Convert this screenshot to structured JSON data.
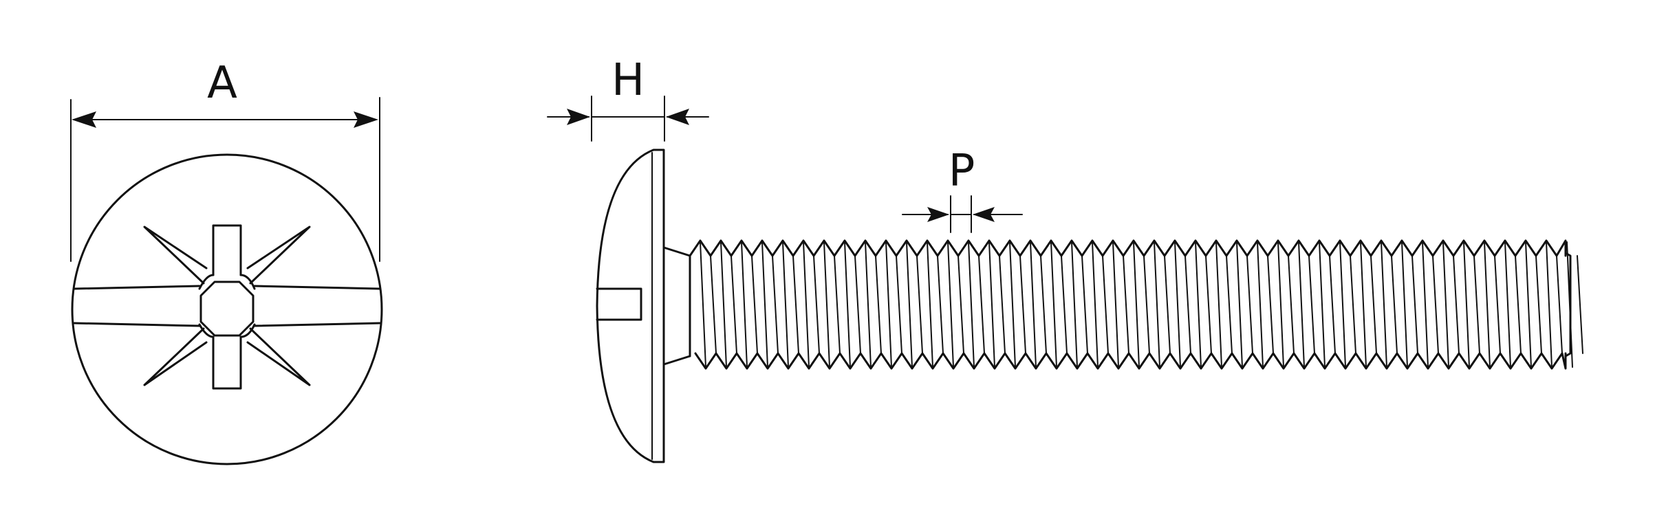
{
  "diagram": {
    "labels": {
      "head_diameter": "A",
      "head_height": "H",
      "thread_pitch": "P"
    },
    "stroke_color": "#111111",
    "background_color": "#ffffff"
  }
}
